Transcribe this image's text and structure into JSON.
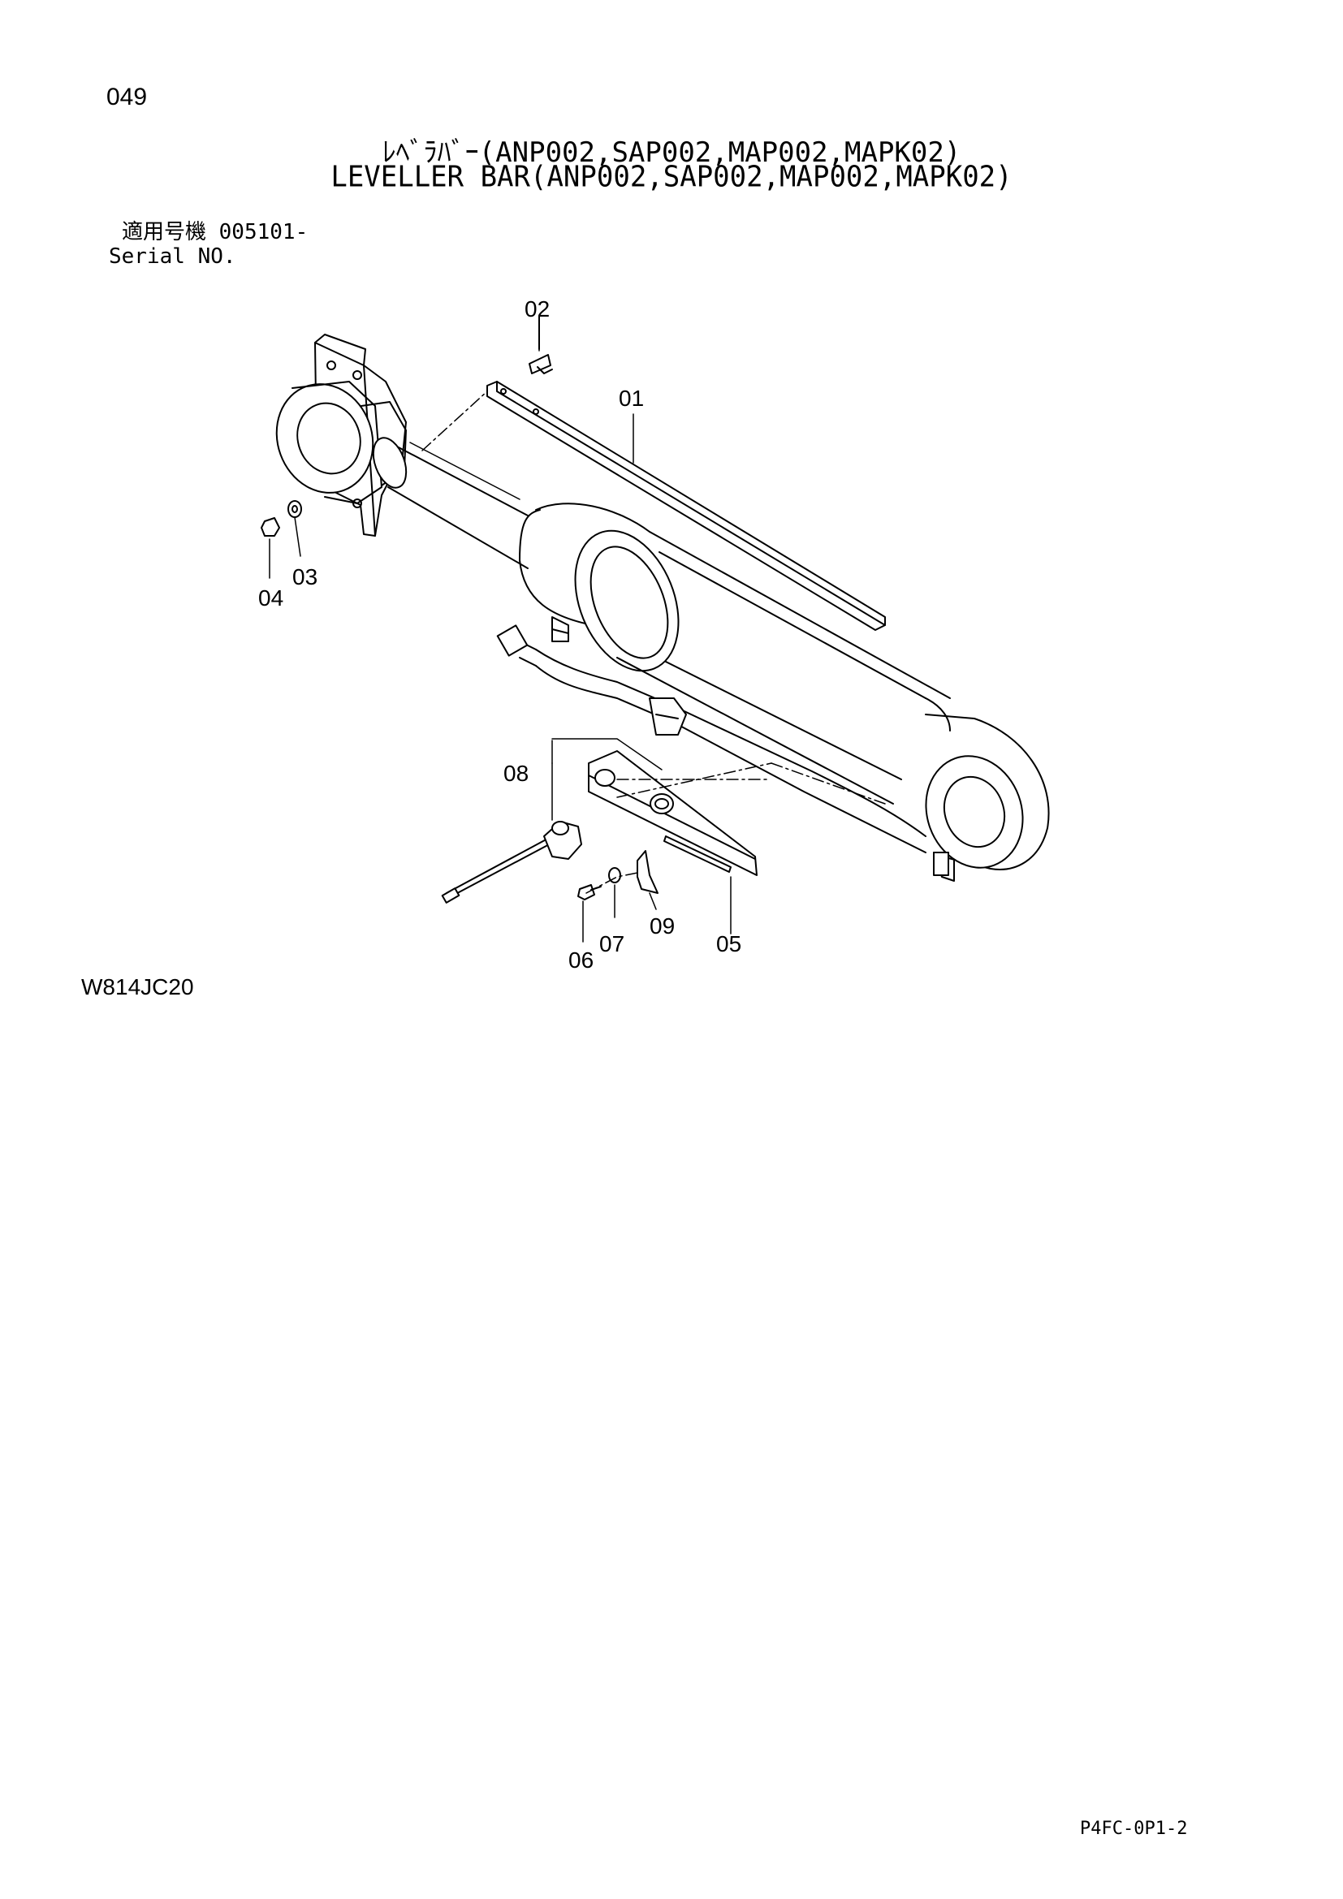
{
  "page_number": "049",
  "title_jp": "ﾚﾍﾞﾗﾊﾞｰ(ANP002,SAP002,MAP002,MAPK02)",
  "title_en": "LEVELLER BAR(ANP002,SAP002,MAP002,MAPK02)",
  "serial_jp": "適用号機 005101-",
  "serial_en": "Serial NO.",
  "figure_code": "W814JC20",
  "page_code": "P4FC-0P1-2",
  "part_labels": {
    "p01": "01",
    "p02": "02",
    "p03": "03",
    "p04": "04",
    "p05": "05",
    "p06": "06",
    "p07": "07",
    "p08": "08",
    "p09": "09"
  }
}
